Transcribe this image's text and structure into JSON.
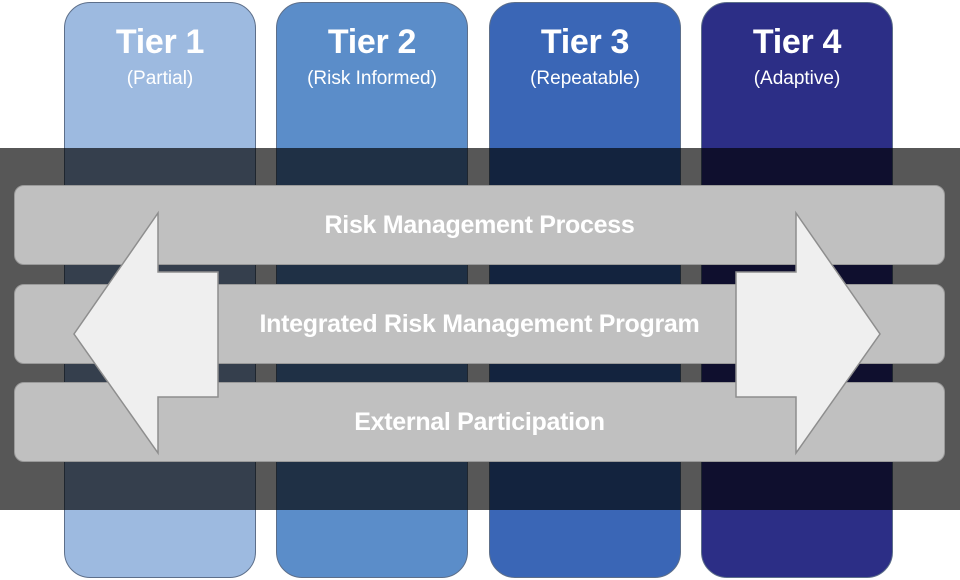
{
  "tiers": [
    {
      "title": "Tier 1",
      "subtitle": "(Partial)",
      "color": "#9dbae0"
    },
    {
      "title": "Tier 2",
      "subtitle": "(Risk Informed)",
      "color": "#5b8dc9"
    },
    {
      "title": "Tier 3",
      "subtitle": "(Repeatable)",
      "color": "#3a66b6"
    },
    {
      "title": "Tier 4",
      "subtitle": "(Adaptive)",
      "color": "#2c2e86"
    }
  ],
  "bands": [
    {
      "label": "Risk Management Process"
    },
    {
      "label": "Integrated Risk Management Program"
    },
    {
      "label": "External Participation"
    }
  ],
  "colors": {
    "band_fill": "#c0c0c0",
    "arrow_fill": "#efefef",
    "overlay": "#000000"
  },
  "icons": {
    "left_arrow": "left-arrow-icon",
    "right_arrow": "right-arrow-icon"
  }
}
